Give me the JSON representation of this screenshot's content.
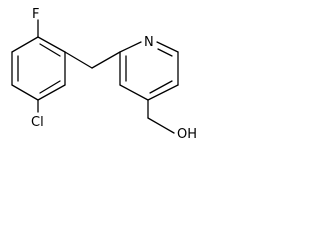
{
  "molecule": {
    "atoms": {
      "fluorine": "F",
      "chlorine": "Cl",
      "nitrogen": "N",
      "hydroxyl": "OH"
    },
    "bond_color": "#000000",
    "background_color": "#ffffff"
  }
}
